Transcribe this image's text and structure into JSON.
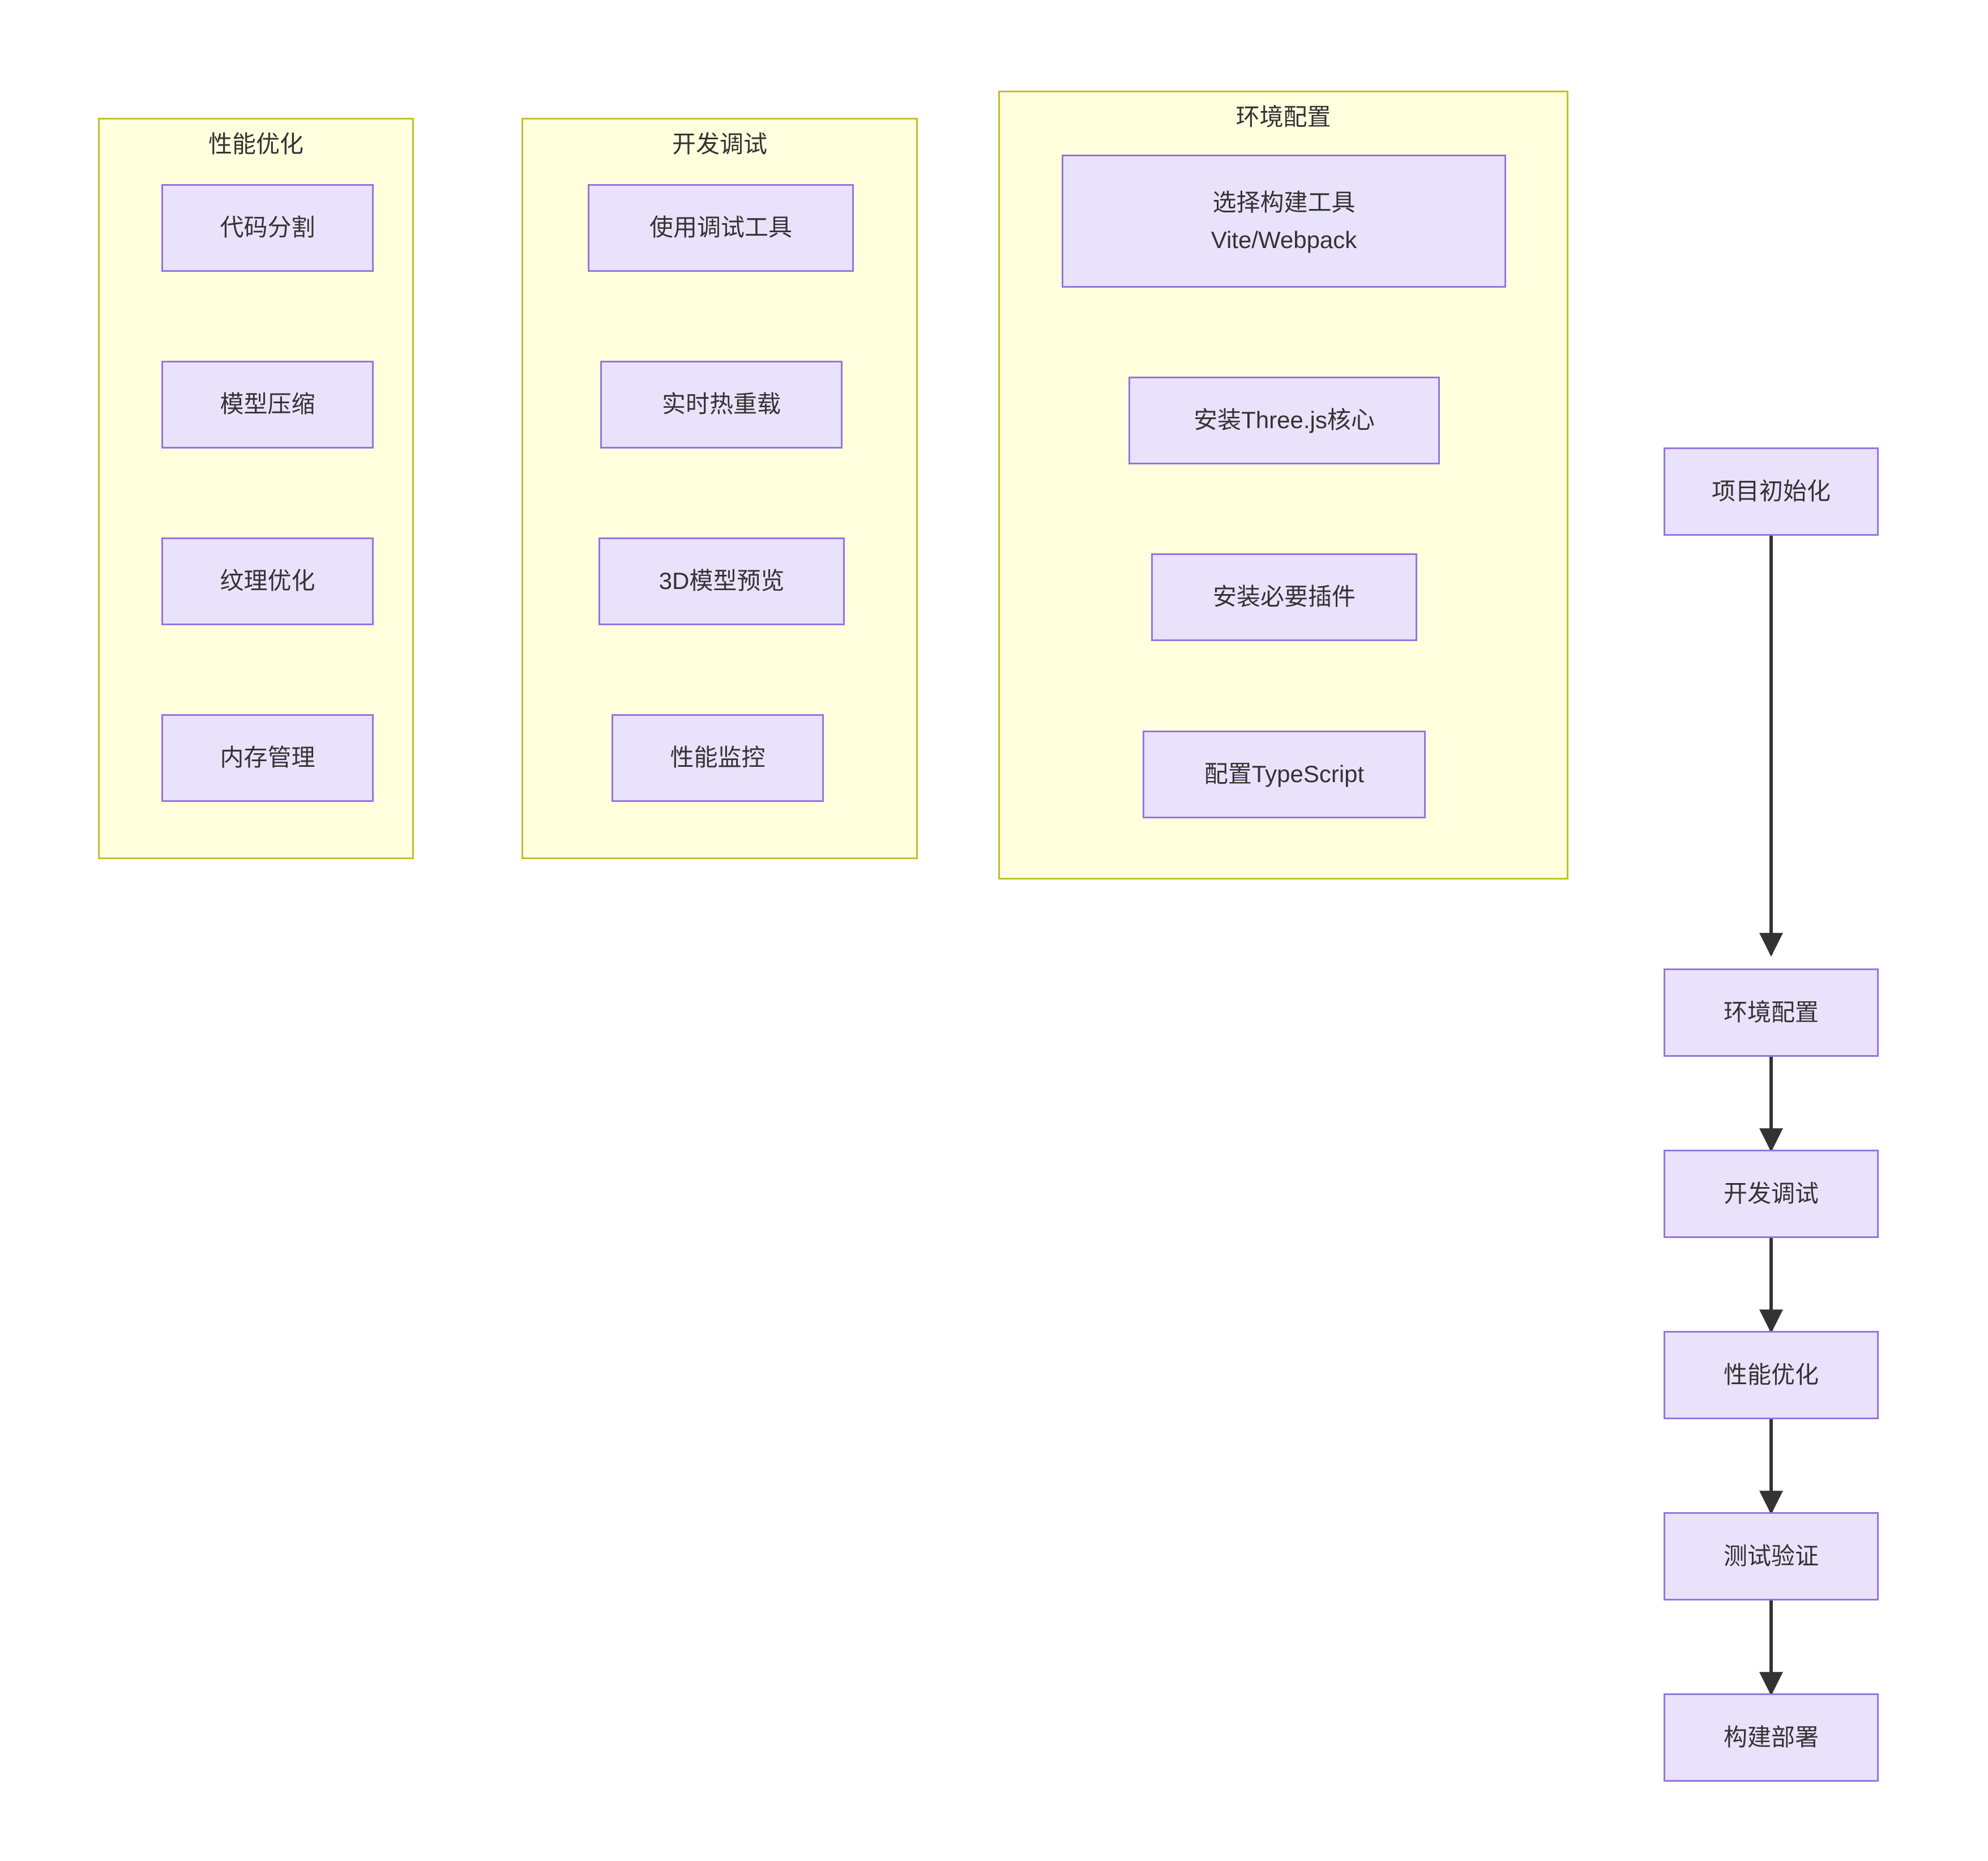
{
  "diagram": {
    "type": "flowchart",
    "title": "",
    "theme": {
      "node_fill": "#e8e3fb",
      "node_stroke": "#9673e0",
      "cluster_fill": "#ffffde",
      "cluster_stroke": "#bfbf2a",
      "edge_stroke": "#333333",
      "text_color": "#333333",
      "background": "#ffffff"
    }
  },
  "clusters": [
    {
      "id": "cluster-performance",
      "title": "性能优化",
      "nodes": [
        {
          "id": "code-split",
          "label": "代码分割"
        },
        {
          "id": "model-compress",
          "label": "模型压缩"
        },
        {
          "id": "texture-opt",
          "label": "纹理优化"
        },
        {
          "id": "memory-manage",
          "label": "内存管理"
        }
      ]
    },
    {
      "id": "cluster-devdebug",
      "title": "开发调试",
      "nodes": [
        {
          "id": "debug-tools",
          "label": "使用调试工具"
        },
        {
          "id": "hot-reload",
          "label": "实时热重载"
        },
        {
          "id": "model-view",
          "label": "3D模型预览"
        },
        {
          "id": "perf-monitor",
          "label": "性能监控"
        }
      ]
    },
    {
      "id": "cluster-envconfig",
      "title": "环境配置",
      "nodes": [
        {
          "id": "build-tool",
          "label": "选择构建工具\nVite/Webpack"
        },
        {
          "id": "install-core",
          "label": "安装Three.js核心"
        },
        {
          "id": "install-plug",
          "label": "安装必要插件"
        },
        {
          "id": "config-ts",
          "label": "配置TypeScript"
        }
      ]
    }
  ],
  "main_flow": {
    "nodes": [
      {
        "id": "flow-init",
        "label": "项目初始化"
      },
      {
        "id": "flow-env",
        "label": "环境配置"
      },
      {
        "id": "flow-dev",
        "label": "开发调试"
      },
      {
        "id": "flow-perf",
        "label": "性能优化"
      },
      {
        "id": "flow-test",
        "label": "测试验证"
      },
      {
        "id": "flow-deploy",
        "label": "构建部署"
      }
    ],
    "edges": [
      {
        "from": "flow-init",
        "to": "flow-env",
        "label": ""
      },
      {
        "from": "flow-env",
        "to": "flow-dev",
        "label": ""
      },
      {
        "from": "flow-dev",
        "to": "flow-perf",
        "label": ""
      },
      {
        "from": "flow-perf",
        "to": "flow-test",
        "label": ""
      },
      {
        "from": "flow-test",
        "to": "flow-deploy",
        "label": ""
      }
    ]
  }
}
